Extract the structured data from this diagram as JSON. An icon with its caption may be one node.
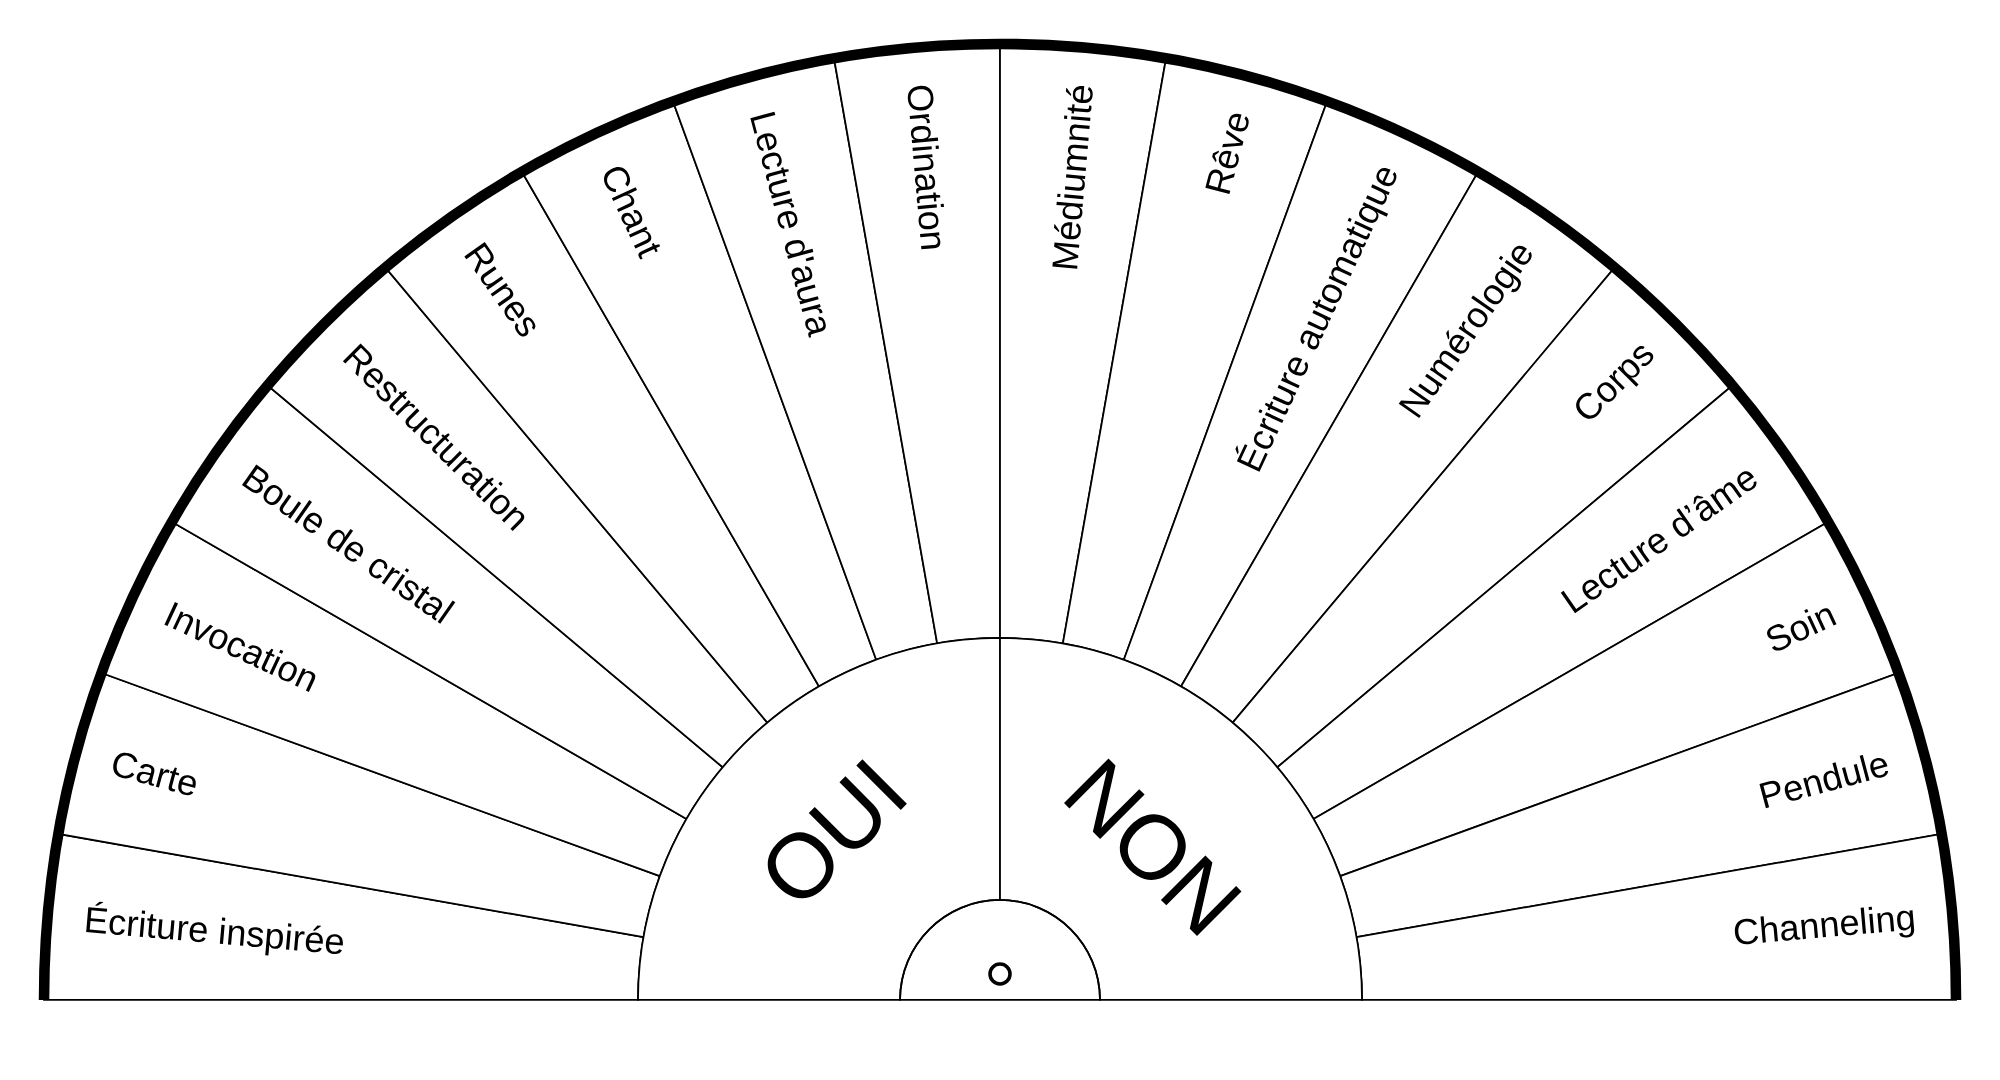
{
  "diagram": {
    "nodes": [
      {
        "text": [
          "Écriture inspirée"
        ]
      },
      {
        "text": [
          "Carte"
        ]
      },
      {
        "text": [
          "Invocation"
        ]
      },
      {
        "text": [
          "Boule de cristal"
        ]
      },
      {
        "text": [
          "Restructuration"
        ]
      },
      {
        "text": [
          "Runes"
        ]
      },
      {
        "text": [
          "Chant"
        ]
      },
      {
        "text": [
          "Lecture d'aura"
        ]
      },
      {
        "text": [
          "Ordination"
        ]
      },
      {
        "text": [
          "Médiumnité"
        ]
      },
      {
        "text": [
          "Rêve"
        ]
      },
      {
        "text": [
          "Écriture automatique"
        ]
      },
      {
        "text": [
          "Numérologie"
        ]
      },
      {
        "text": [
          "Corps"
        ]
      },
      {
        "text": [
          "Lecture d’âme"
        ]
      },
      {
        "text": [
          "Soin"
        ]
      },
      {
        "text": [
          "Pendule"
        ]
      },
      {
        "text": [
          "Channeling"
        ]
      },
      {
        "text": [
          "OUI"
        ]
      },
      {
        "text": [
          "NON"
        ]
      }
    ]
  }
}
